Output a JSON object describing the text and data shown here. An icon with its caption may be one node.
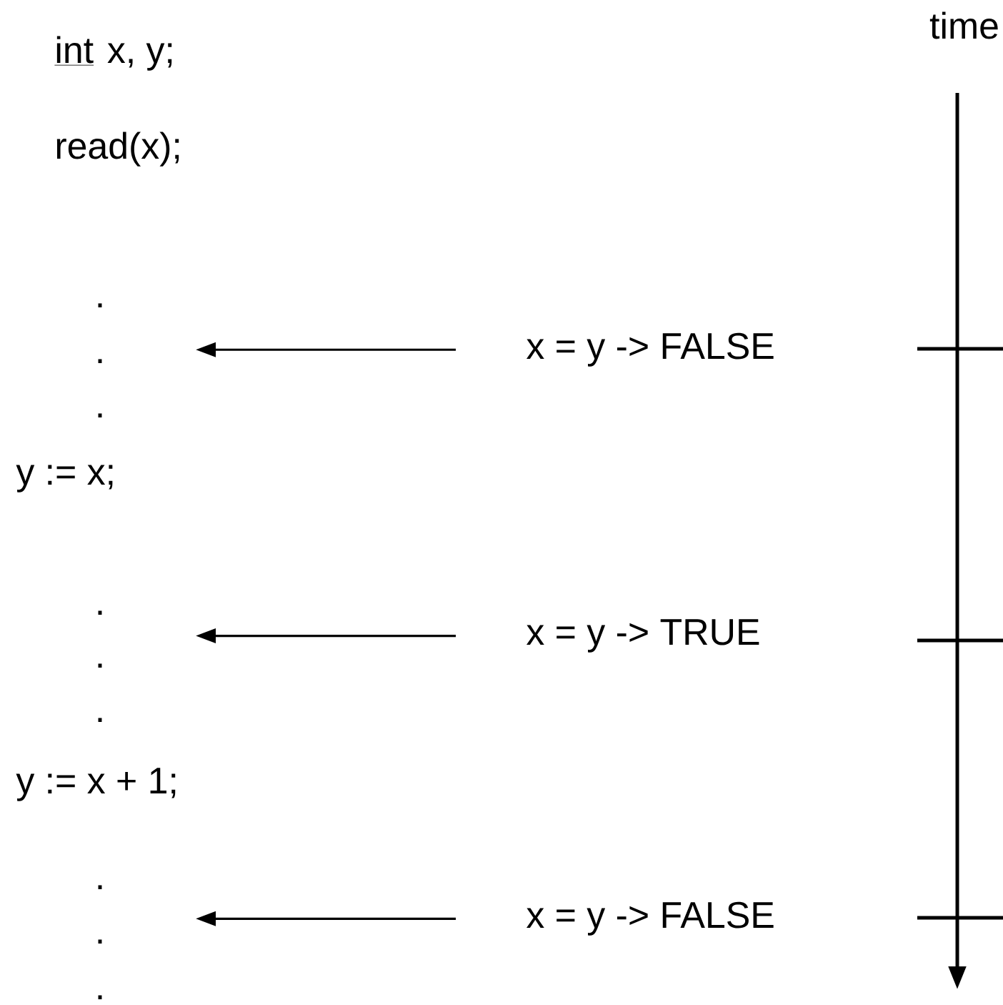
{
  "diagram": {
    "nodes": [
      {
        "text": [
          "."
        ]
      },
      {
        "text": [
          "x = y -> FALSE"
        ]
      },
      {
        "text": [
          "."
        ]
      },
      {
        "text": [
          "x = y -> TRUE"
        ]
      },
      {
        "text": [
          "."
        ]
      },
      {
        "text": [
          "x = y -> FALSE"
        ]
      }
    ],
    "edges": [
      {
        "from": 1,
        "to": 0,
        "arrow": "to"
      },
      {
        "from": 3,
        "to": 2,
        "arrow": "to"
      },
      {
        "from": 5,
        "to": 4,
        "arrow": "to"
      }
    ],
    "labels": [
      "time",
      "int",
      "x, y;",
      "read(x);",
      ".",
      ".",
      "y := x;",
      ".",
      ".",
      "y := x + 1;",
      ".",
      "."
    ]
  }
}
